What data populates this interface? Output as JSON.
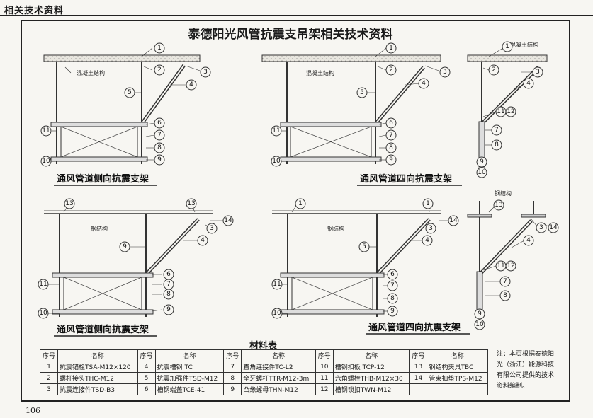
{
  "header": "相关技术资料",
  "title": "泰德阳光风管抗震支吊架相关技术资料",
  "diagrams": {
    "concrete": "混凝土结构",
    "steel": "钢结构",
    "caption_side": "通风管道侧向抗震支架",
    "caption_four": "通风管道四向抗震支架"
  },
  "callouts": [
    "1",
    "2",
    "3",
    "4",
    "5",
    "6",
    "7",
    "8",
    "9",
    "10",
    "11",
    "12",
    "13",
    "14"
  ],
  "materials": {
    "title": "材料表",
    "h_no": "序号",
    "h_name": "名称",
    "rows": [
      [
        {
          "no": "1",
          "name": "抗震锚栓TSA-M12×120"
        },
        {
          "no": "4",
          "name": "抗震槽钢 TC"
        },
        {
          "no": "7",
          "name": "直角连接件TC-L2"
        },
        {
          "no": "10",
          "name": "槽钢扣板 TCP-12"
        },
        {
          "no": "13",
          "name": "钢结构夹具TBC"
        }
      ],
      [
        {
          "no": "2",
          "name": "螺杆接头THC-M12"
        },
        {
          "no": "5",
          "name": "抗震加强件TSD-M12"
        },
        {
          "no": "8",
          "name": "全牙螺杆TTR-M12-3m"
        },
        {
          "no": "11",
          "name": "六角螺栓THB-M12×30"
        },
        {
          "no": "14",
          "name": "管束扣垫TPS-M12"
        }
      ],
      [
        {
          "no": "3",
          "name": "抗震连接件TSD-B3"
        },
        {
          "no": "6",
          "name": "槽钢端盖TCE-41"
        },
        {
          "no": "9",
          "name": "凸缘螺母THN-M12"
        },
        {
          "no": "12",
          "name": "槽钢锁扣TWN-M12"
        },
        {
          "no": "",
          "name": ""
        }
      ]
    ]
  },
  "note": "注：本页根据泰德阳光（浙江）能源科技有限公司提供的技术资料编制。",
  "page_number": "106"
}
